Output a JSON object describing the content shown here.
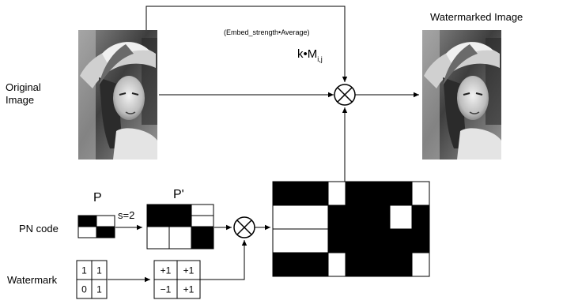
{
  "labels": {
    "original_line1": "Original",
    "original_line2": "Image",
    "watermarked": "Watermarked Image",
    "formula_note": "(Embed_strength•Average)",
    "k_symbol": "k•M",
    "k_subscript": "i,j",
    "p": "P",
    "p_prime": "P'",
    "pn_code": "PN code",
    "s_value": "s=2",
    "watermark": "Watermark"
  },
  "watermark_bits": [
    [
      "1",
      "1"
    ],
    [
      "0",
      "1"
    ]
  ],
  "pn_signed": [
    [
      "+1",
      "+1"
    ],
    [
      "−1",
      "+1"
    ]
  ],
  "pn_code_pattern": [
    [
      1,
      0
    ],
    [
      0,
      1
    ]
  ],
  "p_prime_pattern": [
    [
      1,
      1,
      0
    ],
    [
      1,
      1,
      0
    ],
    [
      0,
      0,
      1
    ]
  ],
  "result_pattern": [
    [
      1,
      0,
      1,
      1,
      0
    ],
    [
      0,
      1,
      1,
      0,
      1
    ],
    [
      0,
      1,
      1,
      1,
      1
    ],
    [
      1,
      0,
      1,
      1,
      0
    ]
  ],
  "icons": {
    "multiplier": "circled-times",
    "original_image": "grayscale-portrait-photo",
    "watermarked_image": "grayscale-portrait-photo"
  },
  "colors": {
    "ink": "#000000",
    "background": "#ffffff"
  }
}
